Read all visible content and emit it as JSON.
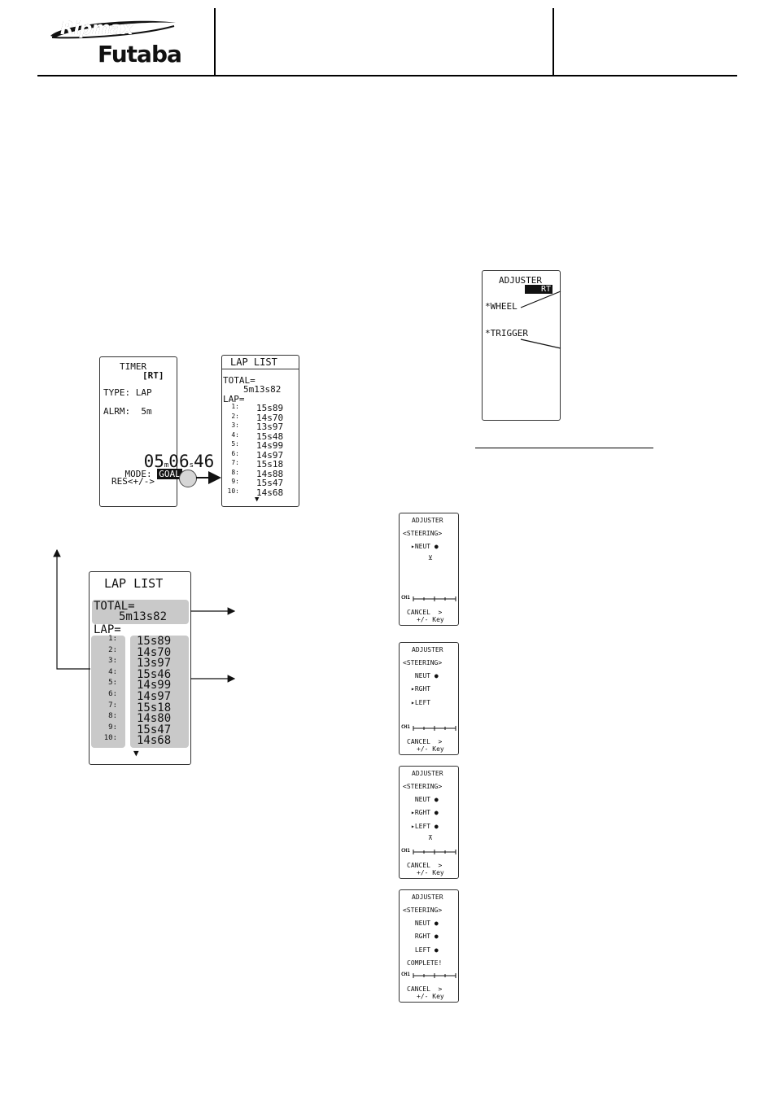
{
  "header": {
    "brand_ripmax": "Ripmax",
    "brand_futaba": "Futaba"
  },
  "timer_screen": {
    "title": "TIMER",
    "badge": "[RT]",
    "type_line": "TYPE: LAP",
    "alarm_line": "ALRM:  5m",
    "time_min": "05",
    "unit_min": "m",
    "time_sec": "06",
    "unit_sec": "s",
    "time_hund": "46",
    "mode_label": "MODE:",
    "mode_value": "GOAL",
    "reset_line": "RES<+/->"
  },
  "lap_list_small": {
    "title": "LAP LIST",
    "total_label": "TOTAL=",
    "total_value": "5m13s82",
    "lap_label": "LAP=",
    "rows": [
      {
        "n": "1:",
        "t": "15s89"
      },
      {
        "n": "2:",
        "t": "14s70"
      },
      {
        "n": "3:",
        "t": "13s97"
      },
      {
        "n": "4:",
        "t": "15s48"
      },
      {
        "n": "5:",
        "t": "14s99"
      },
      {
        "n": "6:",
        "t": "14s97"
      },
      {
        "n": "7:",
        "t": "15s18"
      },
      {
        "n": "8:",
        "t": "14s88"
      },
      {
        "n": "9:",
        "t": "15s47"
      },
      {
        "n": "10:",
        "t": "14s68"
      }
    ],
    "more_icon": "▼"
  },
  "lap_list_large": {
    "title": "LAP LIST",
    "total_label": "TOTAL=",
    "total_value": "5m13s82",
    "lap_label": "LAP=",
    "rows": [
      {
        "n": "1:",
        "t": "15s89"
      },
      {
        "n": "2:",
        "t": "14s70"
      },
      {
        "n": "3:",
        "t": "13s97"
      },
      {
        "n": "4:",
        "t": "15s46"
      },
      {
        "n": "5:",
        "t": "14s99"
      },
      {
        "n": "6:",
        "t": "14s97"
      },
      {
        "n": "7:",
        "t": "15s18"
      },
      {
        "n": "8:",
        "t": "14s80"
      },
      {
        "n": "9:",
        "t": "15s47"
      },
      {
        "n": "10:",
        "t": "14s68"
      }
    ],
    "more_icon": "▼"
  },
  "adjuster_rt": {
    "title": "ADJUSTER",
    "badge": "RT",
    "item1": "*WHEEL",
    "item2": "*TRIGGER"
  },
  "adjuster_steps": [
    {
      "title": "ADJUSTER",
      "sub": "<STEERING>",
      "l1": "▸NEUT ●",
      "l2": "",
      "l3": "",
      "l4": "",
      "marker": "⊻",
      "ch": "CH1",
      "cancel": "CANCEL  >",
      "key": "+/- Key"
    },
    {
      "title": "ADJUSTER",
      "sub": "<STEERING>",
      "l1": " NEUT ●",
      "l2": "▸RGHT",
      "l3": "▸LEFT",
      "l4": "",
      "marker": "",
      "ch": "CH1",
      "cancel": "CANCEL  >",
      "key": "+/- Key"
    },
    {
      "title": "ADJUSTER",
      "sub": "<STEERING>",
      "l1": " NEUT ●",
      "l2": "▸RGHT ●",
      "l3": "▸LEFT ●",
      "l4": "",
      "marker": "⊼",
      "ch": "CH1",
      "cancel": "CANCEL  >",
      "key": "+/- Key"
    },
    {
      "title": "ADJUSTER",
      "sub": "<STEERING>",
      "l1": " NEUT ●",
      "l2": " RGHT ●",
      "l3": " LEFT ●",
      "l4": "COMPLETE!",
      "marker": "",
      "ch": "CH1",
      "cancel": "CANCEL  >",
      "key": "+/- Key"
    }
  ],
  "icons": {
    "arrow": "right-arrow-icon",
    "button": "key-button-icon"
  }
}
